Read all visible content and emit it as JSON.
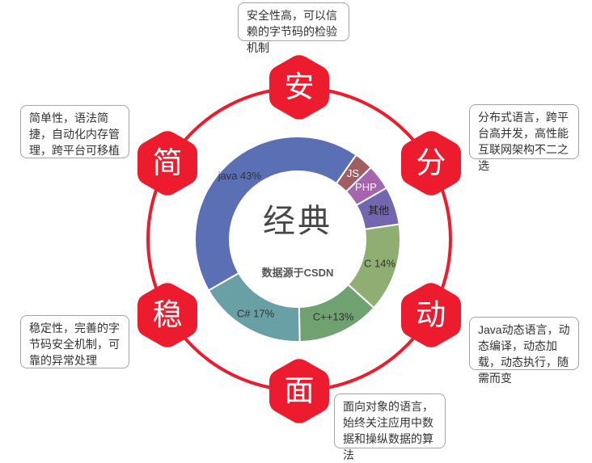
{
  "center": {
    "title": "经典",
    "subtitle": "数据源于CSDN"
  },
  "ring": {
    "color": "#ec1b2d"
  },
  "chart_data": {
    "type": "pie",
    "donut": true,
    "title": "经典",
    "subtitle": "数据源于CSDN",
    "start_angle_deg": 240,
    "legend_position": "on-segments",
    "segments": [
      {
        "name": "java",
        "label": "java 43%",
        "value": 43,
        "color": "#5b6fb5",
        "label_color": "#333333"
      },
      {
        "name": "JS",
        "label": "JS",
        "value": 3,
        "color": "#a05e63",
        "label_color": "#ffffff"
      },
      {
        "name": "PHP",
        "label": "PHP",
        "value": 4,
        "color": "#a564ae",
        "label_color": "#ffffff"
      },
      {
        "name": "qita",
        "label": "其他",
        "value": 6,
        "color": "#7366ae",
        "label_color": "#222222"
      },
      {
        "name": "C",
        "label": "C 14%",
        "value": 14,
        "color": "#8fae72",
        "label_color": "#333333"
      },
      {
        "name": "Cpp",
        "label": "C++13%",
        "value": 13,
        "color": "#6fa171",
        "label_color": "#333333"
      },
      {
        "name": "Csharp",
        "label": "C# 17%",
        "value": 17,
        "color": "#68a0a6",
        "label_color": "#333333"
      }
    ]
  },
  "badges": [
    {
      "char": "安",
      "angle_deg": 0
    },
    {
      "char": "分",
      "angle_deg": 60
    },
    {
      "char": "动",
      "angle_deg": 120
    },
    {
      "char": "面",
      "angle_deg": 180
    },
    {
      "char": "稳",
      "angle_deg": 240
    },
    {
      "char": "简",
      "angle_deg": 300
    }
  ],
  "notes": [
    {
      "text": "安全性高，可以信赖的字节码的检验机制"
    },
    {
      "text": "分布式语言，跨平台高并发，高性能互联网架构不二之选"
    },
    {
      "text": "Java动态语言，动态编译，动态加载，动态执行，随需而变"
    },
    {
      "text": "面向对象的语言，始终关注应用中数据和操纵数据的算法"
    },
    {
      "text": "稳定性，完善的字节码安全机制，可靠的异常处理"
    },
    {
      "text": "简单性，语法简捷，自动化内存管理，跨平台可移植"
    }
  ]
}
